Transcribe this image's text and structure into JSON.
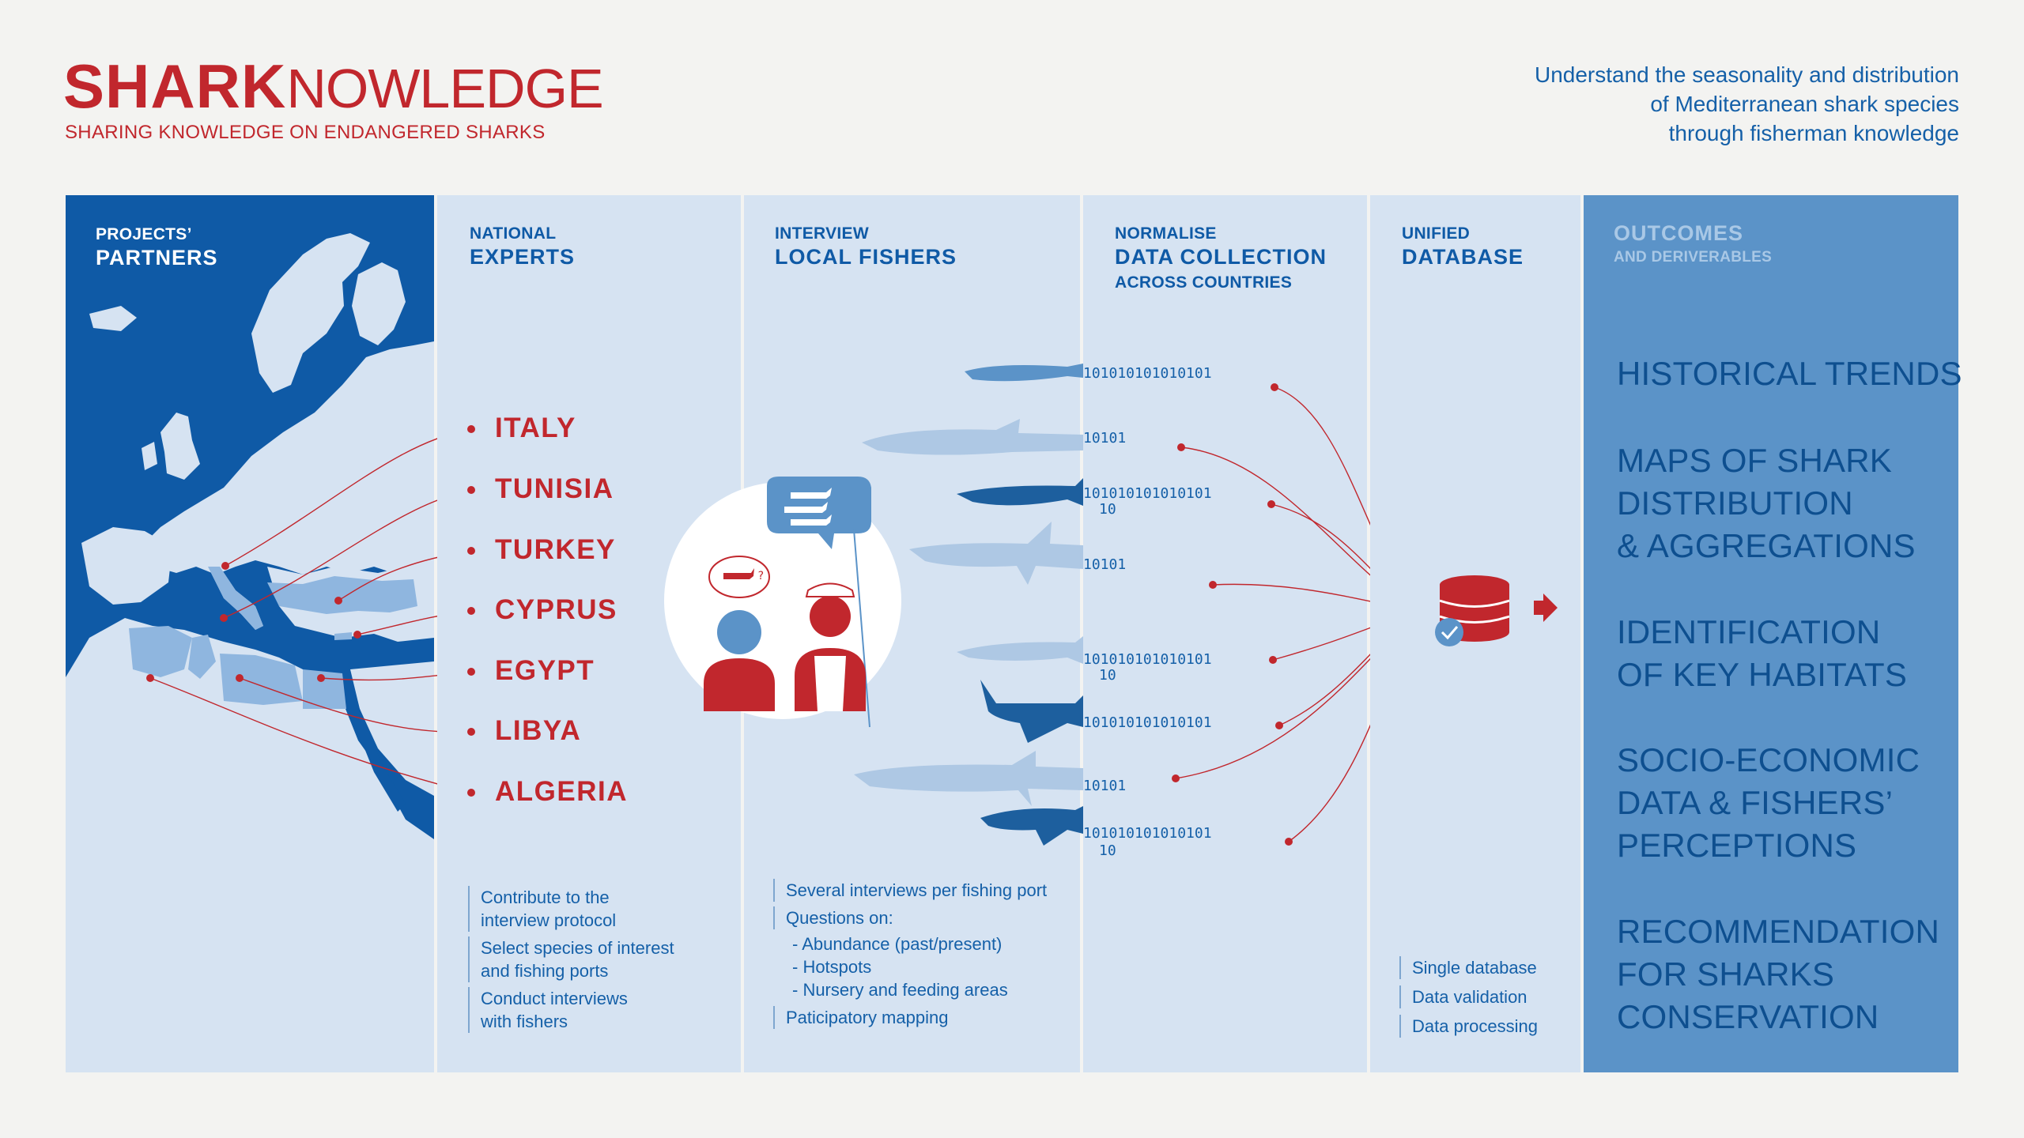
{
  "header": {
    "logo_bold": "SHARK",
    "logo_light": "NOWLEDGE",
    "subtitle": "SHARING KNOWLEDGE ON ENDANGERED SHARKS",
    "tagline": [
      "Understand the seasonality and distribution",
      "of Mediterranean shark species",
      "through fisherman knowledge"
    ]
  },
  "columns": {
    "partners": {
      "small": "PROJECTS’",
      "big": "PARTNERS"
    },
    "experts": {
      "small": "NATIONAL",
      "big": "EXPERTS",
      "countries": [
        "ITALY",
        "TUNISIA",
        "TURKEY",
        "CYPRUS",
        "EGYPT",
        "LIBYA",
        "ALGERIA"
      ],
      "notes": [
        "Contribute to the",
        "interview protocol",
        "Select species of interest",
        "and fishing ports",
        "Conduct interviews",
        "with fishers"
      ]
    },
    "fishers": {
      "small": "INTERVIEW",
      "big": "LOCAL FISHERS",
      "notes": [
        "Several interviews per fishing port",
        "Questions on:",
        "-   Abundance (past/present)",
        "-   Hotspots",
        "-   Nursery and feeding areas",
        "Paticipatory mapping"
      ]
    },
    "normalise": {
      "small": "NORMALISE",
      "big": "DATA COLLECTION",
      "small2": "ACROSS COUNTRIES"
    },
    "database": {
      "small": "UNIFIED",
      "big": "DATABASE",
      "notes": [
        "Single database",
        "Data validation",
        "Data processing"
      ]
    },
    "outcomes": {
      "big": "OUTCOMES",
      "small": "AND DERIVERABLES",
      "items": [
        [
          "HISTORICAL TRENDS"
        ],
        [
          "MAPS OF SHARK",
          "DISTRIBUTION",
          "& AGGREGATIONS"
        ],
        [
          "IDENTIFICATION",
          "OF KEY HABITATS"
        ],
        [
          "SOCIO-ECONOMIC",
          "DATA & FISHERS’",
          "PERCEPTIONS"
        ],
        [
          "RECOMMENDATION",
          "FOR SHARKS",
          "CONSERVATION"
        ]
      ]
    }
  },
  "binary": {
    "long": "101010101010101",
    "short": "10101",
    "tiny": "10"
  },
  "colors": {
    "red": "#c1272d",
    "dark_blue": "#0f5aa6",
    "light_blue": "#d6e3f2",
    "outcome_blue": "#5b93c8",
    "land": "#d6e3f2",
    "mediterranean_partner": "#8fb6df"
  }
}
